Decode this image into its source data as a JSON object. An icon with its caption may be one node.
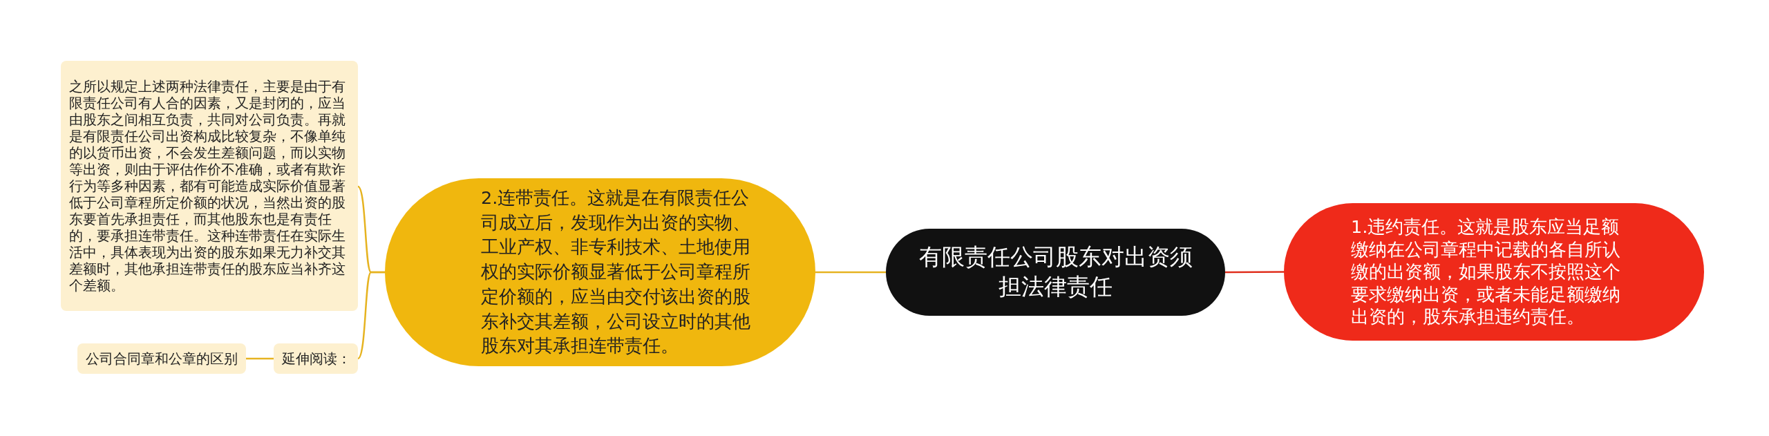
{
  "diagram": {
    "nodes": [
      {
        "text": [
          "有限责任公司股东对出资须担法律责任"
        ]
      },
      {
        "text": [
          "1.违约责任。这就是股东应当足额缴纳在公司章程中记载的各自所认缴的出资额，如果股东不按照这个要求缴纳出资，或者未能足额缴纳出资的，股东承担违约责任。"
        ]
      },
      {
        "text": [
          "2.连带责任。这就是在有限责任公司成立后，发现作为出资的实物、工业产权、非专利技术、土地使用权的实际价额显著低于公司章程所定价额的，应当由交付该出资的股东补交其差额，公司设立时的其他股东对其承担连带责任。"
        ]
      },
      {
        "text": [
          "之所以规定上述两种法律责任，主要是由于有限责任公司有人合的因素，又是封闭的，应当由股东之间相互负责，共同对公司负责。再就是有限责任公司出资构成比较复杂，不像单纯的以货币出资，不会发生差额问题，而以实物等出资，则由于评估作价不准确，或者有欺诈行为等多种因素，都有可能造成实际价值显著低于公司章程所定价额的状况，当然出资的股东要首先承担责任，而其他股东也是有责任的，要承担连带责任。这种连带责任在实际生活中，具体表现为出资的股东如果无力补交其差额时，其他承担连带责任的股东应当补齐这个差额。"
        ]
      },
      {
        "text": [
          "延伸阅读："
        ]
      },
      {
        "text": [
          "公司合同章和公章的区别"
        ]
      }
    ],
    "edges": [
      {
        "from": 0,
        "to": 1,
        "arrow": "none",
        "color": "#e0301e"
      },
      {
        "from": 0,
        "to": 2,
        "arrow": "none"
      },
      {
        "from": 2,
        "to": 3,
        "arrow": "none"
      },
      {
        "from": 2,
        "to": 4,
        "arrow": "none"
      },
      {
        "from": 4,
        "to": 5,
        "arrow": "none"
      }
    ]
  }
}
